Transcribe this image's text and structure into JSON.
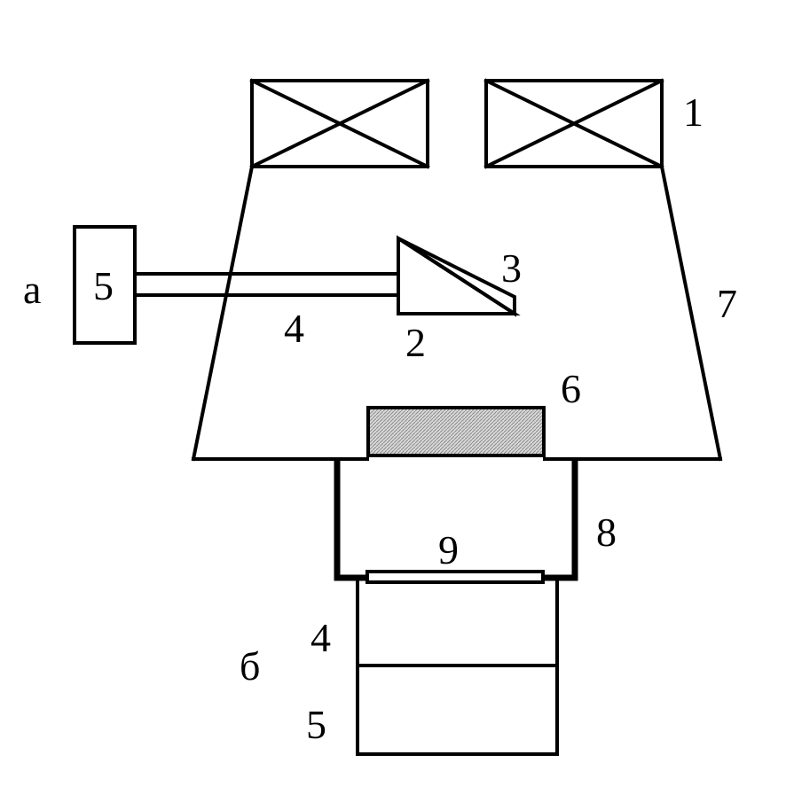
{
  "labels": {
    "coil": "1",
    "crystal_holder": "2",
    "crystal": "3",
    "rod_a": "4",
    "drive_a": "5",
    "sample": "6",
    "chamber": "7",
    "adapter": "8",
    "window": "9",
    "rod_b": "4",
    "drive_b": "5",
    "variant_a": "а",
    "variant_b": "б"
  },
  "colors": {
    "stroke": "#000000",
    "sample_fill": "#c8c8c8",
    "background": "#ffffff"
  }
}
